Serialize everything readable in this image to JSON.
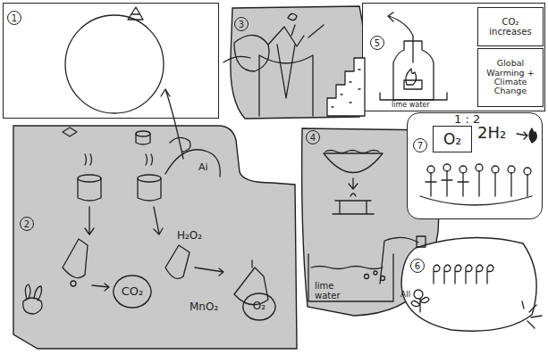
{
  "diagram": {
    "nodes": [
      {
        "text": [
          "1"
        ]
      },
      {
        "text": [
          "2"
        ]
      },
      {
        "text": [
          "CO₂"
        ],
        "in": 1
      },
      {
        "text": [
          "O₂"
        ],
        "in": 1
      },
      {
        "text": [
          "3"
        ]
      },
      {
        "text": [
          "4"
        ]
      },
      {
        "text": [
          "5"
        ]
      },
      {
        "text": [
          "CO₂ increases"
        ],
        "in": 6
      },
      {
        "text": [
          "Global Warming + Climate Change"
        ],
        "in": 6
      },
      {
        "text": [
          "7"
        ]
      },
      {
        "text": [
          "O₂"
        ],
        "in": 9
      },
      {
        "text": [
          "6"
        ]
      }
    ],
    "labels": [
      "H₂O₂",
      "MnO₂",
      "Ai",
      "lime water",
      "lime water",
      "1 : 2",
      "2H₂",
      "All"
    ]
  }
}
